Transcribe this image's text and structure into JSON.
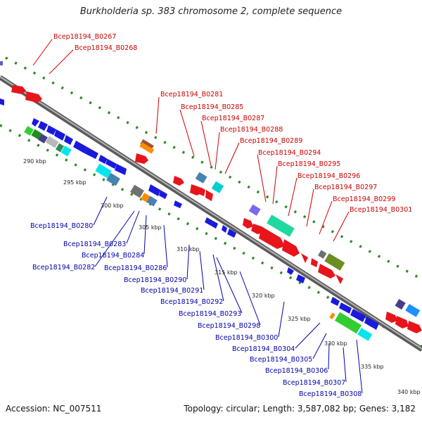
{
  "header": {
    "title": "Burkholderia sp. 383 chromosome 2, complete sequence"
  },
  "footer": {
    "accession": "Accession: NC_007511",
    "summary": "Topology: circular; Length: 3,587,082 bp; Genes: 3,182"
  },
  "scale_ticks": [
    "290 kbp",
    "295 kbp",
    "300 kbp",
    "305 kbp",
    "310 kbp",
    "315 kbp",
    "320 kbp",
    "325 kbp",
    "330 kbp",
    "335 kbp",
    "340 kbp"
  ],
  "top_labels": [
    "Bcep18194_B0267",
    "Bcep18194_B0268",
    "Bcep18194_B0281",
    "Bcep18194_B0285",
    "Bcep18194_B0287",
    "Bcep18194_B0288",
    "Bcep18194_B0289",
    "Bcep18194_B0294",
    "Bcep18194_B0295",
    "Bcep18194_B0296",
    "Bcep18194_B0297",
    "Bcep18194_B0299",
    "Bcep18194_B0301"
  ],
  "bottom_labels": [
    "Bcep18194_B0280",
    "Bcep18194_B0283",
    "Bcep18194_B0284",
    "Bcep18194_B0282",
    "Bcep18194_B0286",
    "Bcep18194_B0290",
    "Bcep18194_B0291",
    "Bcep18194_B0292",
    "Bcep18194_B0293",
    "Bcep18194_B0298",
    "Bcep18194_B0300",
    "Bcep18194_B0304",
    "Bcep18194_B0305",
    "Bcep18194_B0306",
    "Bcep18194_B0307",
    "Bcep18194_B0308"
  ],
  "colors": {
    "forward_strand": "#e8141c",
    "reverse_strand": "#1a1adc",
    "top_label_text": "#cc0000",
    "bottom_label_text": "#0000aa",
    "dotted_track": "#2a8a1e",
    "backbone": "#888888"
  }
}
